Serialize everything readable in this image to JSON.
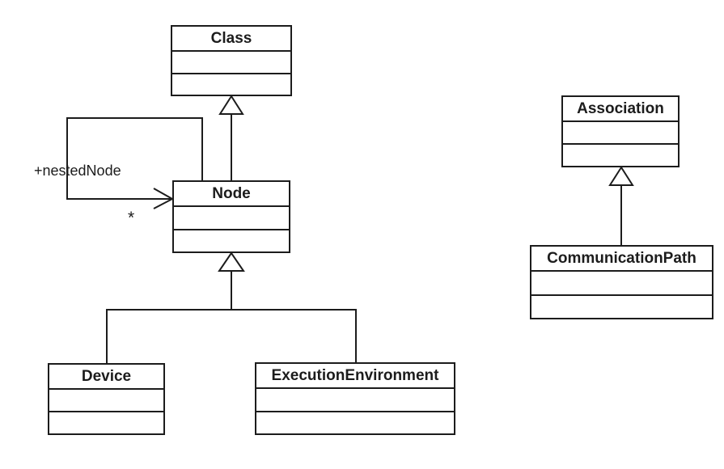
{
  "colors": {
    "background": "#ffffff",
    "line": "#1c1c1c",
    "text": "#1c1c1c"
  },
  "boxes": {
    "class": {
      "title": "Class"
    },
    "node": {
      "title": "Node"
    },
    "device": {
      "title": "Device"
    },
    "execution_environment": {
      "title": "ExecutionEnvironment"
    },
    "association": {
      "title": "Association"
    },
    "communication_path": {
      "title": "CommunicationPath"
    }
  },
  "nested_node_association": {
    "role_label": "+nestedNode",
    "multiplicity": "*"
  }
}
